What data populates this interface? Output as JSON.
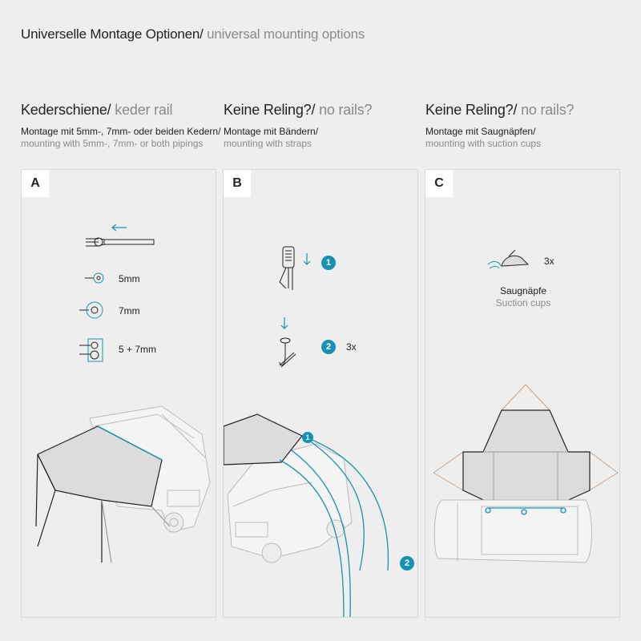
{
  "title": {
    "de": "Universelle Montage Optionen/",
    "en": " universal mounting options"
  },
  "columns": [
    {
      "heading_de": "Kederschiene/",
      "heading_en": " keder rail",
      "desc_de": "Montage mit 5mm-, 7mm- oder beiden Kedern/",
      "desc_en": " mounting with 5mm-, 7mm- or both pipings",
      "letter": "A"
    },
    {
      "heading_de": "Keine Reling?/",
      "heading_en": " no rails?",
      "desc_de": "Montage mit Bändern/",
      "desc_en": "mounting with straps",
      "letter": "B"
    },
    {
      "heading_de": "Keine Reling?/",
      "heading_en": " no rails?",
      "desc_de": "Montage mit Saugnäpfen/",
      "desc_en": "mounting with suction cups",
      "letter": "C"
    }
  ],
  "panel_a": {
    "sizes": [
      "5mm",
      "7mm",
      "5 + 7mm"
    ]
  },
  "panel_b": {
    "step1": "1",
    "step2": "2",
    "count": "3x",
    "marker1": "1",
    "marker2": "2"
  },
  "panel_c": {
    "count": "3x",
    "label_de": "Saugnäpfe",
    "label_en": "Suction cups"
  },
  "colors": {
    "accent": "#1591b1",
    "background": "#eeeeee",
    "line": "#222222"
  }
}
